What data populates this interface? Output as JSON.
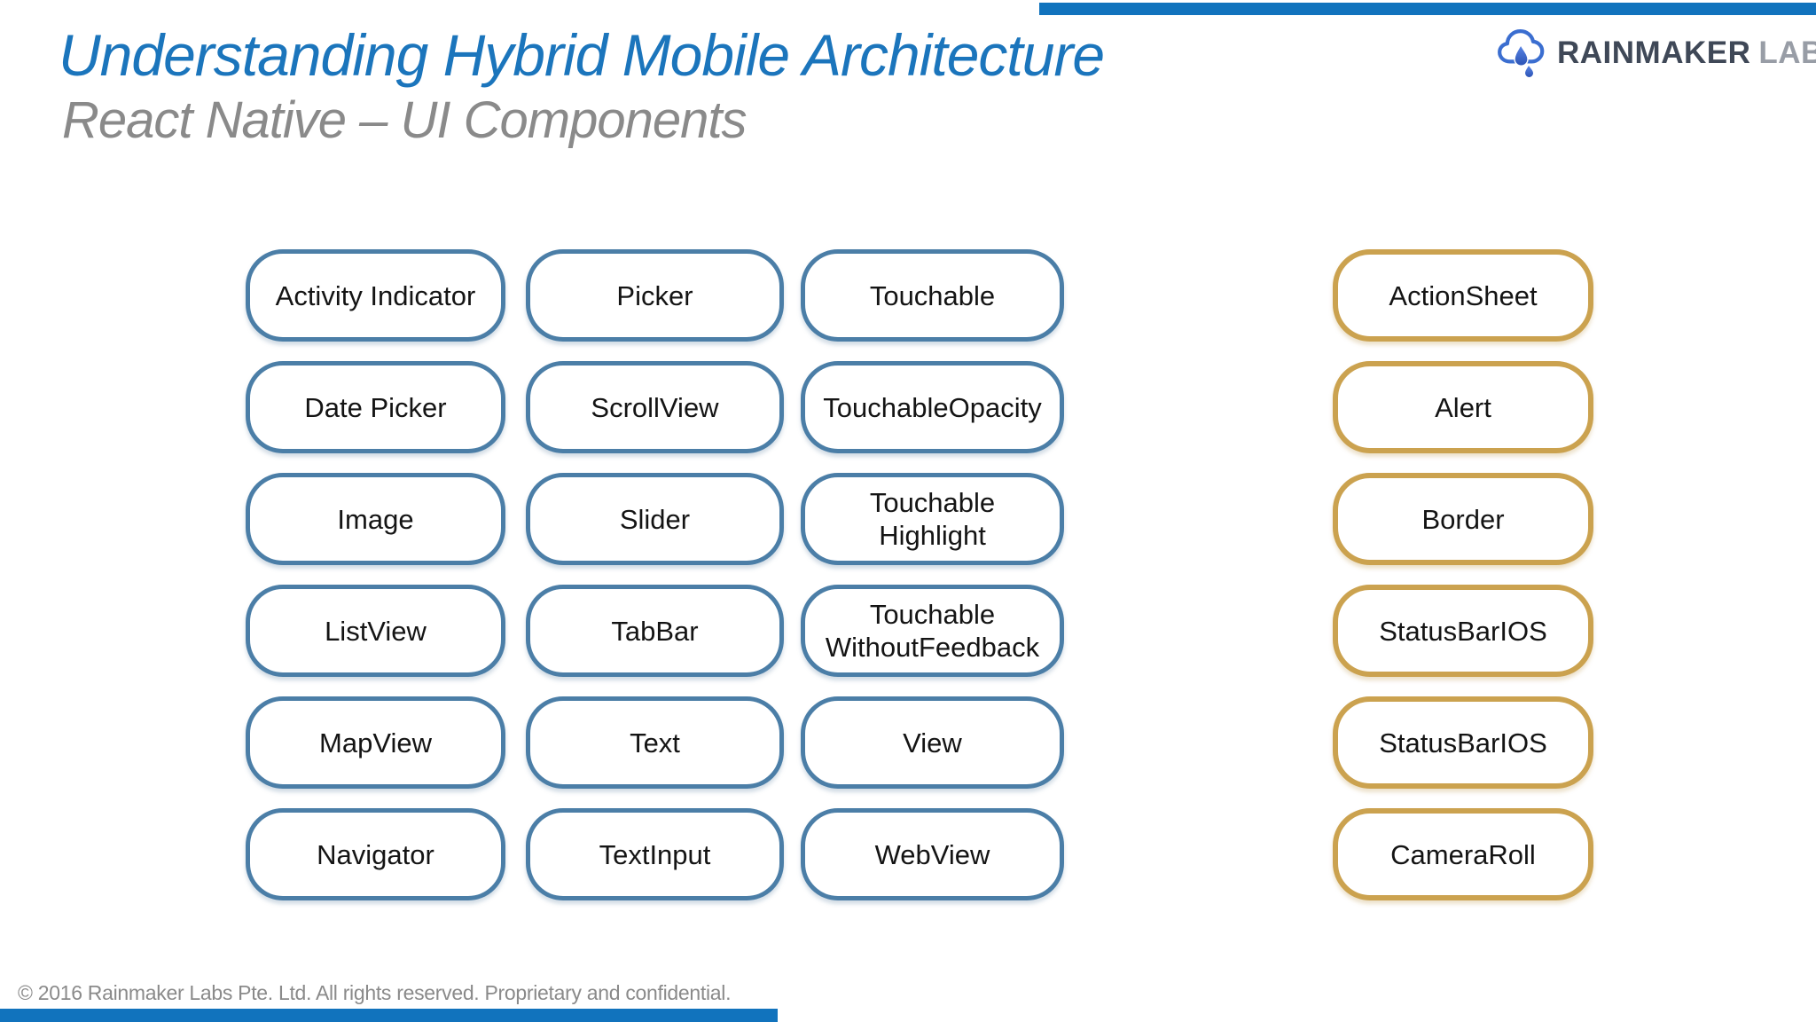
{
  "header": {
    "title": "Understanding Hybrid Mobile Architecture",
    "subtitle": "React Native – UI Components",
    "title_color": "#1b75bc",
    "subtitle_color": "#8a8a8a"
  },
  "logo": {
    "icon": "cloud-raindrop-icon",
    "brand": "RAINMAKER",
    "suffix": "LABS",
    "brand_color": "#3f4857",
    "suffix_color": "#989da6",
    "cloud_color": "#3b6ed0"
  },
  "accent_bars": {
    "color": "#1173bd",
    "positions": [
      "top-right",
      "bottom-left"
    ]
  },
  "diagram": {
    "blue_border_color": "#4b7ea7",
    "gold_border_color": "#cba24f",
    "columns": [
      {
        "style": "blue",
        "items": [
          "Activity Indicator",
          "Date Picker",
          "Image",
          "ListView",
          "MapView",
          "Navigator"
        ]
      },
      {
        "style": "blue",
        "items": [
          "Picker",
          "ScrollView",
          "Slider",
          "TabBar",
          "Text",
          "TextInput"
        ]
      },
      {
        "style": "blue",
        "items": [
          "Touchable",
          "TouchableOpacity",
          "Touchable\nHighlight",
          "Touchable\nWithoutFeedback",
          "View",
          "WebView"
        ]
      },
      {
        "style": "gold",
        "items": [
          "ActionSheet",
          "Alert",
          "Border",
          "StatusBarIOS",
          "StatusBarIOS",
          "CameraRoll"
        ]
      }
    ]
  },
  "footer": {
    "copyright": "© 2016 Rainmaker Labs Pte. Ltd. All rights reserved. Proprietary and confidential."
  }
}
